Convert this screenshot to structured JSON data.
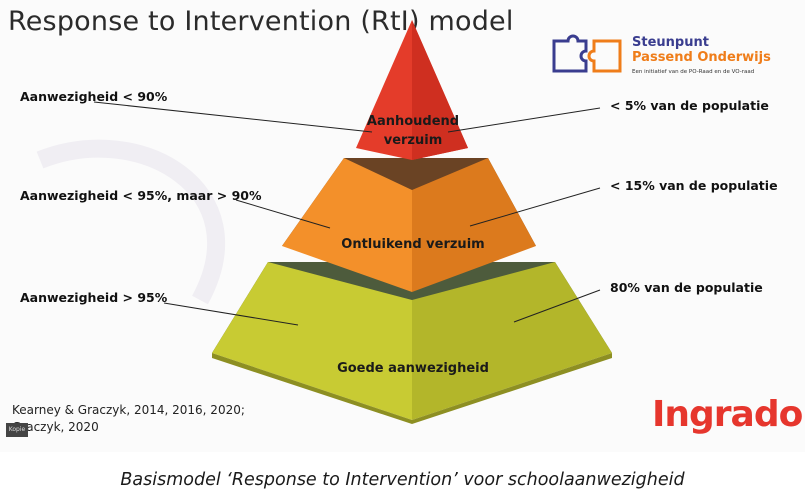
{
  "slide": {
    "title": "Response to Intervention (RtI) model",
    "logo": {
      "line1": "Steunpunt",
      "line2": "Passend Onderwijs",
      "tagline": "Een initiatief van de PO-Raad en de VO-raad",
      "icon": "puzzle-pieces-icon"
    },
    "tiers": [
      {
        "name_line1": "Aanhoudend",
        "name_line2": "verzuim",
        "attendance": "Aanwezigheid < 90%",
        "population": "< 5% van de populatie",
        "color": "#e23b2a"
      },
      {
        "name_line1": "Ontluikend verzuim",
        "name_line2": "",
        "attendance": "Aanwezigheid < 95%, maar > 90%",
        "population": "< 15% van de populatie",
        "color": "#ef8b24"
      },
      {
        "name_line1": "Goede aanwezigheid",
        "name_line2": "",
        "attendance": "Aanwezigheid > 95%",
        "population": "80% van de populatie",
        "color": "#c1c531"
      }
    ],
    "citation_line1": "Kearney & Graczyk, 2014, 2016, 2020;",
    "citation_line2": "Graczyk, 2020",
    "badge": "Kopie",
    "brand": "Ingrado",
    "brand_color": "#e6362d"
  },
  "caption": "Basismodel ‘Response to Intervention’ voor schoolaanwezigheid"
}
